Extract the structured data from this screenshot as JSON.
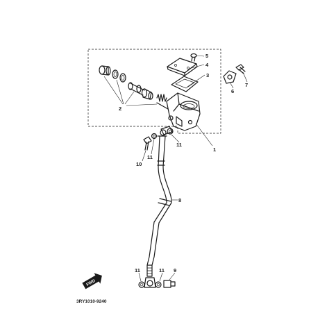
{
  "labels": {
    "p1": "1",
    "p2": "2",
    "p3": "3",
    "p4": "4",
    "p5": "5",
    "p6": "6",
    "p7": "7",
    "p8": "8",
    "p9": "9",
    "p10": "10",
    "p11a": "11",
    "p11b": "11",
    "p11c": "11",
    "p11d": "11"
  },
  "fwd_text": "FWD",
  "diagram_code": "3RY1010-9240"
}
